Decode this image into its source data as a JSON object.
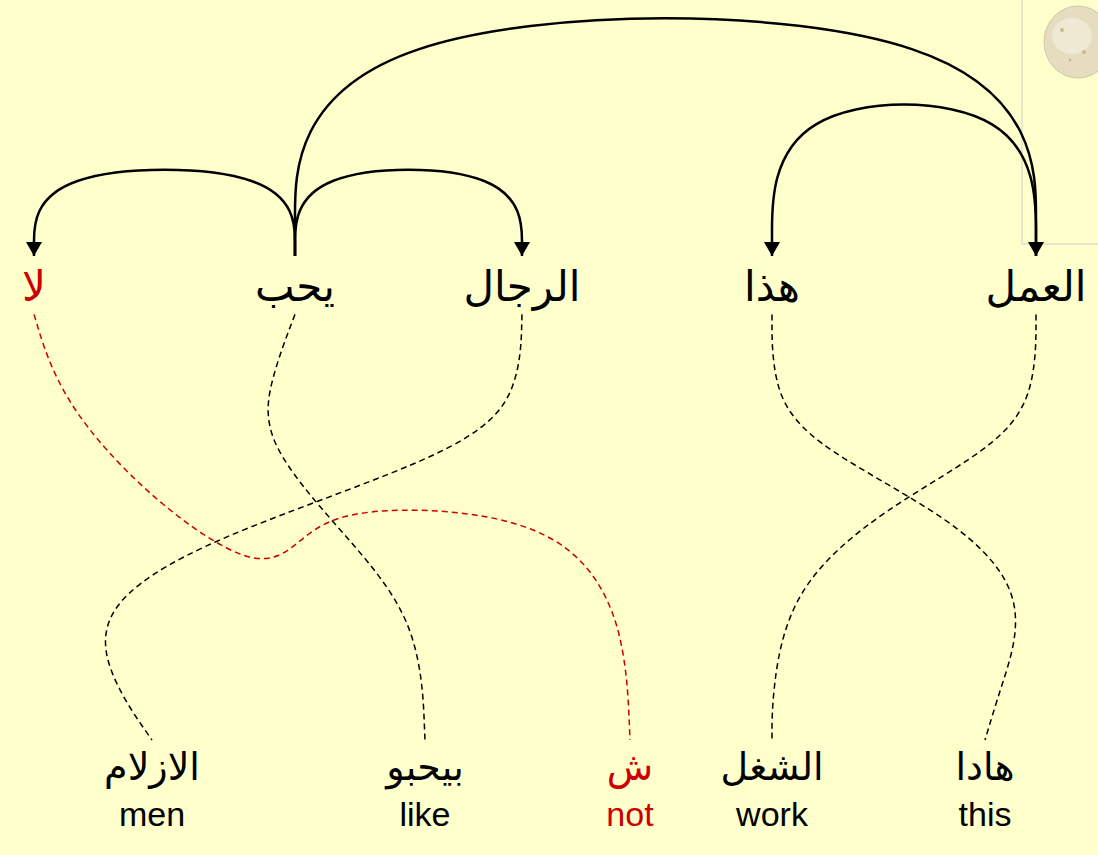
{
  "diagram": {
    "nodes": [
      {
        "text": [
          "لا"
        ]
      },
      {
        "text": [
          "يحب"
        ]
      },
      {
        "text": [
          "الرجال"
        ]
      },
      {
        "text": [
          "هذا"
        ]
      },
      {
        "text": [
          "العمل"
        ]
      },
      {
        "text": [
          "الازلام",
          "men"
        ]
      },
      {
        "text": [
          "بيحبو",
          "like"
        ]
      },
      {
        "text": [
          "ش",
          "not"
        ]
      },
      {
        "text": [
          "الشغل",
          "work"
        ]
      },
      {
        "text": [
          "هادا",
          "this"
        ]
      }
    ],
    "edges": [
      {
        "from": 1,
        "to": 0,
        "arrow": "to"
      },
      {
        "from": 1,
        "to": 2,
        "arrow": "to"
      },
      {
        "from": 1,
        "to": 4,
        "arrow": "to"
      },
      {
        "from": 4,
        "to": 3,
        "arrow": "to"
      },
      {
        "from": 0,
        "to": 7,
        "arrow": "none"
      },
      {
        "from": 1,
        "to": 6,
        "arrow": "none"
      },
      {
        "from": 2,
        "to": 5,
        "arrow": "none"
      },
      {
        "from": 3,
        "to": 9,
        "arrow": "none"
      },
      {
        "from": 4,
        "to": 8,
        "arrow": "none"
      }
    ]
  }
}
